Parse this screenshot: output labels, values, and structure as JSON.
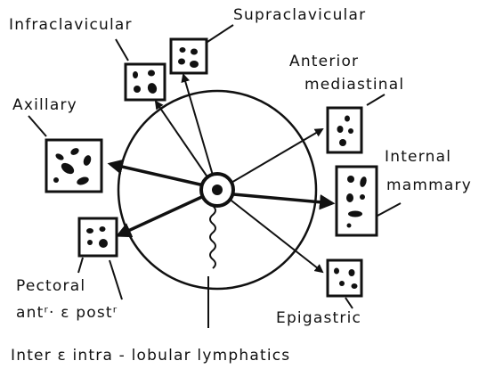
{
  "labels": {
    "infraclavicular": "Infraclavicular",
    "supraclavicular": "Supraclavicular",
    "anterior_mediastinal_1": "Anterior",
    "anterior_mediastinal_2": "mediastinal",
    "axillary": "Axillary",
    "internal_mammary_1": "Internal",
    "internal_mammary_2": "mammary",
    "pectoral_1": "Pectoral",
    "pectoral_2": "antʳ· ε postʳ",
    "epigastric": "Epigastric",
    "lobular": "Inter ε intra - lobular lymphatics"
  },
  "colors": {
    "ink": "#111111",
    "paper": "#ffffff"
  }
}
